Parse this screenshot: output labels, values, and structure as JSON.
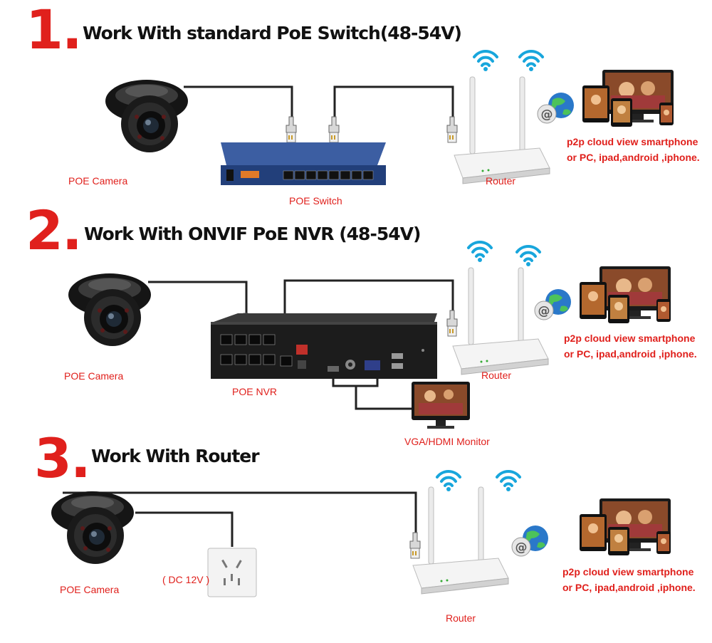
{
  "sections": [
    {
      "number": "1.",
      "title": "Work With standard PoE Switch(48-54V)",
      "labels": {
        "camera": "POE Camera",
        "device": "POE Switch",
        "router": "Router",
        "p2p": "p2p cloud view smartphone or PC, ipad,android ,iphone."
      }
    },
    {
      "number": "2.",
      "title": "Work With ONVIF PoE NVR (48-54V)",
      "labels": {
        "camera": "POE Camera",
        "device": "POE NVR",
        "router": "Router",
        "monitor": "VGA/HDMI Monitor",
        "p2p": "p2p cloud view smartphone or PC, ipad,android ,iphone."
      }
    },
    {
      "number": "3.",
      "title": "Work With Router",
      "labels": {
        "camera": "POE Camera",
        "power": "( DC 12V )",
        "router": "Router",
        "p2p": "p2p cloud view smartphone or PC, ipad,android ,iphone."
      }
    }
  ],
  "colors": {
    "accent_red": "#e0201c",
    "title_black": "#111111",
    "cable": "#222222",
    "switch_blue": "#2b4a88",
    "wifi_cyan": "#18a6dc"
  }
}
